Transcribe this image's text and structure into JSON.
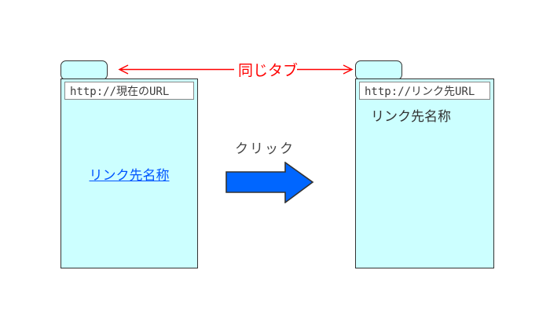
{
  "diagram": {
    "left_browser": {
      "url": "http://現在のURL",
      "link_label": "リンク先名称"
    },
    "right_browser": {
      "url": "http://リンク先URL",
      "page_title": "リンク先名称"
    },
    "annotations": {
      "same_tab_label": "同じタブ",
      "click_label": "クリック"
    },
    "colors": {
      "window_fill": "#ccffff",
      "window_border": "#333333",
      "urlbar_border": "#888888",
      "url_text": "#3d3d3d",
      "link_blue": "#0055ff",
      "annotation_red": "#ff0000",
      "block_arrow_blue": "#0066ff",
      "block_arrow_border": "#333333"
    }
  }
}
